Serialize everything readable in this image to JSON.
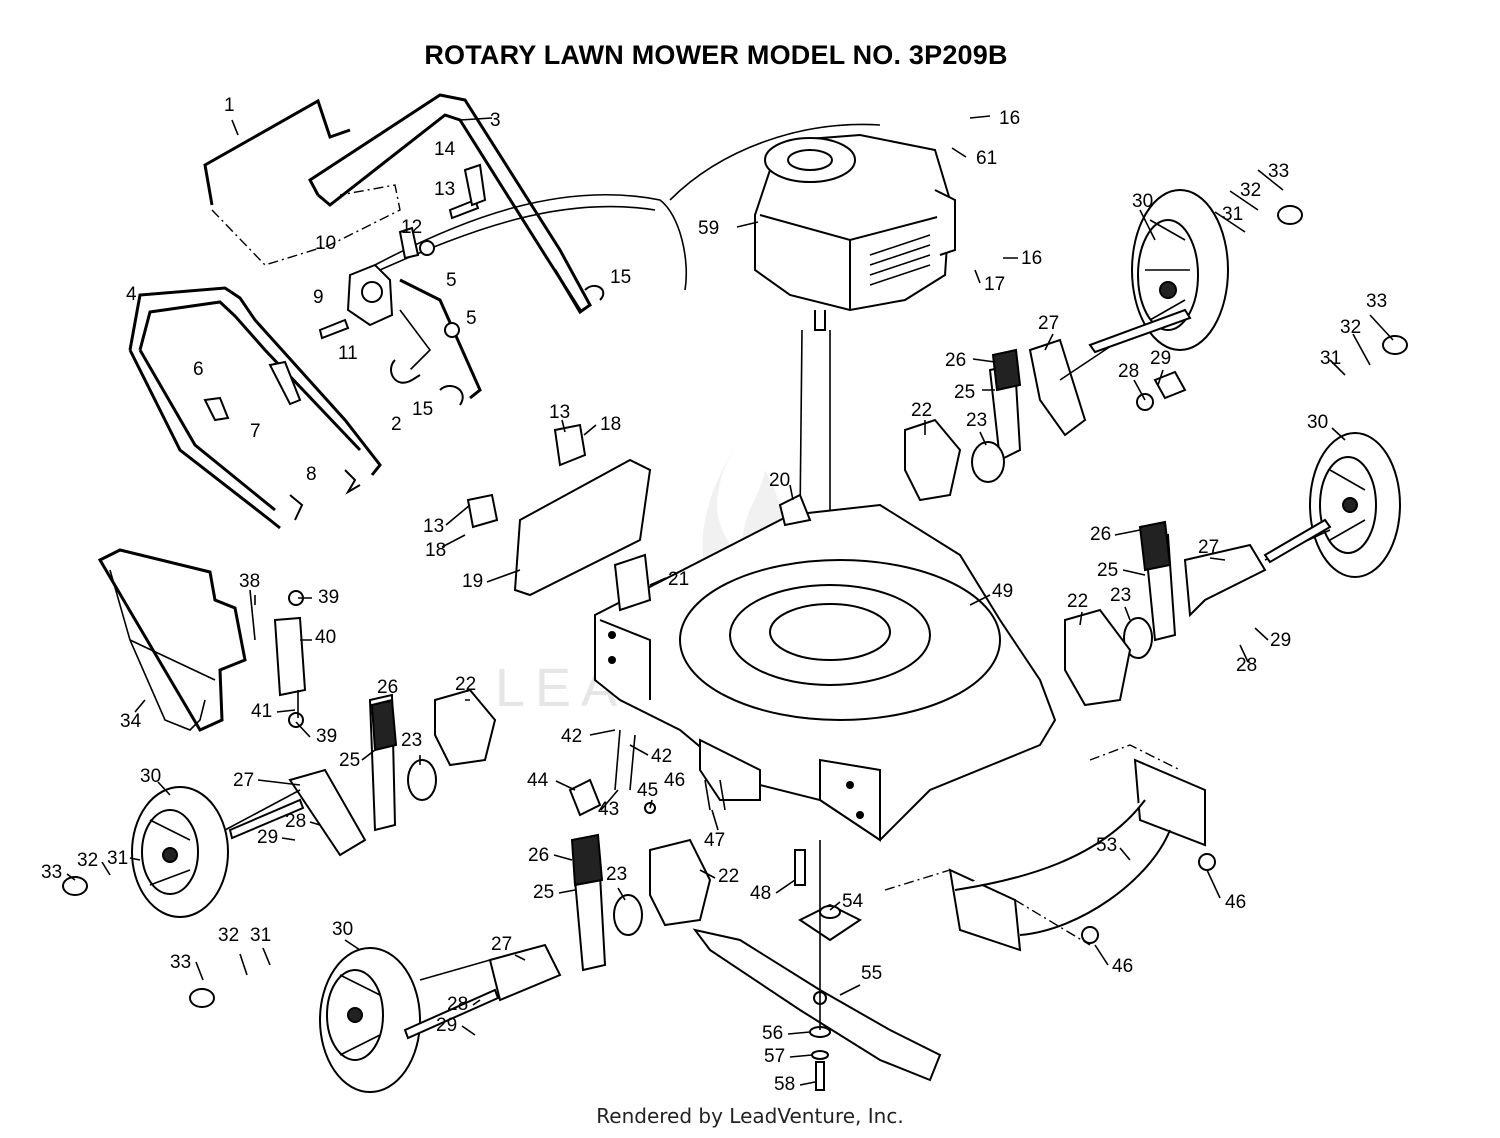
{
  "title": "ROTARY LAWN MOWER MODEL NO.  3P209B",
  "footer": "Rendered by LeadVenture, Inc.",
  "watermark": "LEADVENTURE",
  "callouts": [
    {
      "id": "c1",
      "text": "1"
    },
    {
      "id": "c3",
      "text": "3"
    },
    {
      "id": "c14",
      "text": "14"
    },
    {
      "id": "c13a",
      "text": "13"
    },
    {
      "id": "c12",
      "text": "12"
    },
    {
      "id": "c10",
      "text": "10"
    },
    {
      "id": "c5a",
      "text": "5"
    },
    {
      "id": "c9",
      "text": "9"
    },
    {
      "id": "c11",
      "text": "11"
    },
    {
      "id": "c5b",
      "text": "5"
    },
    {
      "id": "c15a",
      "text": "15"
    },
    {
      "id": "c4",
      "text": "4"
    },
    {
      "id": "c6",
      "text": "6"
    },
    {
      "id": "c7",
      "text": "7"
    },
    {
      "id": "c2",
      "text": "2"
    },
    {
      "id": "c15b",
      "text": "15"
    },
    {
      "id": "c8",
      "text": "8"
    },
    {
      "id": "c16a",
      "text": "16"
    },
    {
      "id": "c61",
      "text": "61"
    },
    {
      "id": "c59",
      "text": "59"
    },
    {
      "id": "c17",
      "text": "17"
    },
    {
      "id": "c16b",
      "text": "16"
    },
    {
      "id": "c33a",
      "text": "33"
    },
    {
      "id": "c32a",
      "text": "32"
    },
    {
      "id": "c31a",
      "text": "31"
    },
    {
      "id": "c30a",
      "text": "30"
    },
    {
      "id": "c33b",
      "text": "33"
    },
    {
      "id": "c32b",
      "text": "32"
    },
    {
      "id": "c31b",
      "text": "31"
    },
    {
      "id": "c27a",
      "text": "27"
    },
    {
      "id": "c26a",
      "text": "26"
    },
    {
      "id": "c25a",
      "text": "25"
    },
    {
      "id": "c28a",
      "text": "28"
    },
    {
      "id": "c29a",
      "text": "29"
    },
    {
      "id": "c22a",
      "text": "22"
    },
    {
      "id": "c23a",
      "text": "23"
    },
    {
      "id": "c30b",
      "text": "30"
    },
    {
      "id": "c13b",
      "text": "13"
    },
    {
      "id": "c18a",
      "text": "18"
    },
    {
      "id": "c20",
      "text": "20"
    },
    {
      "id": "c13c",
      "text": "13"
    },
    {
      "id": "c18b",
      "text": "18"
    },
    {
      "id": "c19",
      "text": "19"
    },
    {
      "id": "c21",
      "text": "21"
    },
    {
      "id": "c49",
      "text": "49"
    },
    {
      "id": "c26b",
      "text": "26"
    },
    {
      "id": "c27b",
      "text": "27"
    },
    {
      "id": "c25b",
      "text": "25"
    },
    {
      "id": "c22b",
      "text": "22"
    },
    {
      "id": "c23b",
      "text": "23"
    },
    {
      "id": "c29b",
      "text": "29"
    },
    {
      "id": "c28b",
      "text": "28"
    },
    {
      "id": "c38",
      "text": "38"
    },
    {
      "id": "c39a",
      "text": "39"
    },
    {
      "id": "c40",
      "text": "40"
    },
    {
      "id": "c34",
      "text": "34"
    },
    {
      "id": "c41",
      "text": "41"
    },
    {
      "id": "c39b",
      "text": "39"
    },
    {
      "id": "c26c",
      "text": "26"
    },
    {
      "id": "c22c",
      "text": "22"
    },
    {
      "id": "c25c",
      "text": "25"
    },
    {
      "id": "c23c",
      "text": "23"
    },
    {
      "id": "c42a",
      "text": "42"
    },
    {
      "id": "c42b",
      "text": "42"
    },
    {
      "id": "c30c",
      "text": "30"
    },
    {
      "id": "c27c",
      "text": "27"
    },
    {
      "id": "c29c",
      "text": "29"
    },
    {
      "id": "c28c",
      "text": "28"
    },
    {
      "id": "c44",
      "text": "44"
    },
    {
      "id": "c45",
      "text": "45"
    },
    {
      "id": "c46a",
      "text": "46"
    },
    {
      "id": "c43",
      "text": "43"
    },
    {
      "id": "c47",
      "text": "47"
    },
    {
      "id": "c33c",
      "text": "33"
    },
    {
      "id": "c32c",
      "text": "32"
    },
    {
      "id": "c31c",
      "text": "31"
    },
    {
      "id": "c26d",
      "text": "26"
    },
    {
      "id": "c22d",
      "text": "22"
    },
    {
      "id": "c25d",
      "text": "25"
    },
    {
      "id": "c23d",
      "text": "23"
    },
    {
      "id": "c53",
      "text": "53"
    },
    {
      "id": "c46b",
      "text": "46"
    },
    {
      "id": "c48",
      "text": "48"
    },
    {
      "id": "c54",
      "text": "54"
    },
    {
      "id": "c46c",
      "text": "46"
    },
    {
      "id": "c33d",
      "text": "33"
    },
    {
      "id": "c32d",
      "text": "32"
    },
    {
      "id": "c31d",
      "text": "31"
    },
    {
      "id": "c30d",
      "text": "30"
    },
    {
      "id": "c27d",
      "text": "27"
    },
    {
      "id": "c28d",
      "text": "28"
    },
    {
      "id": "c29d",
      "text": "29"
    },
    {
      "id": "c55",
      "text": "55"
    },
    {
      "id": "c56",
      "text": "56"
    },
    {
      "id": "c57",
      "text": "57"
    },
    {
      "id": "c58",
      "text": "58"
    }
  ]
}
